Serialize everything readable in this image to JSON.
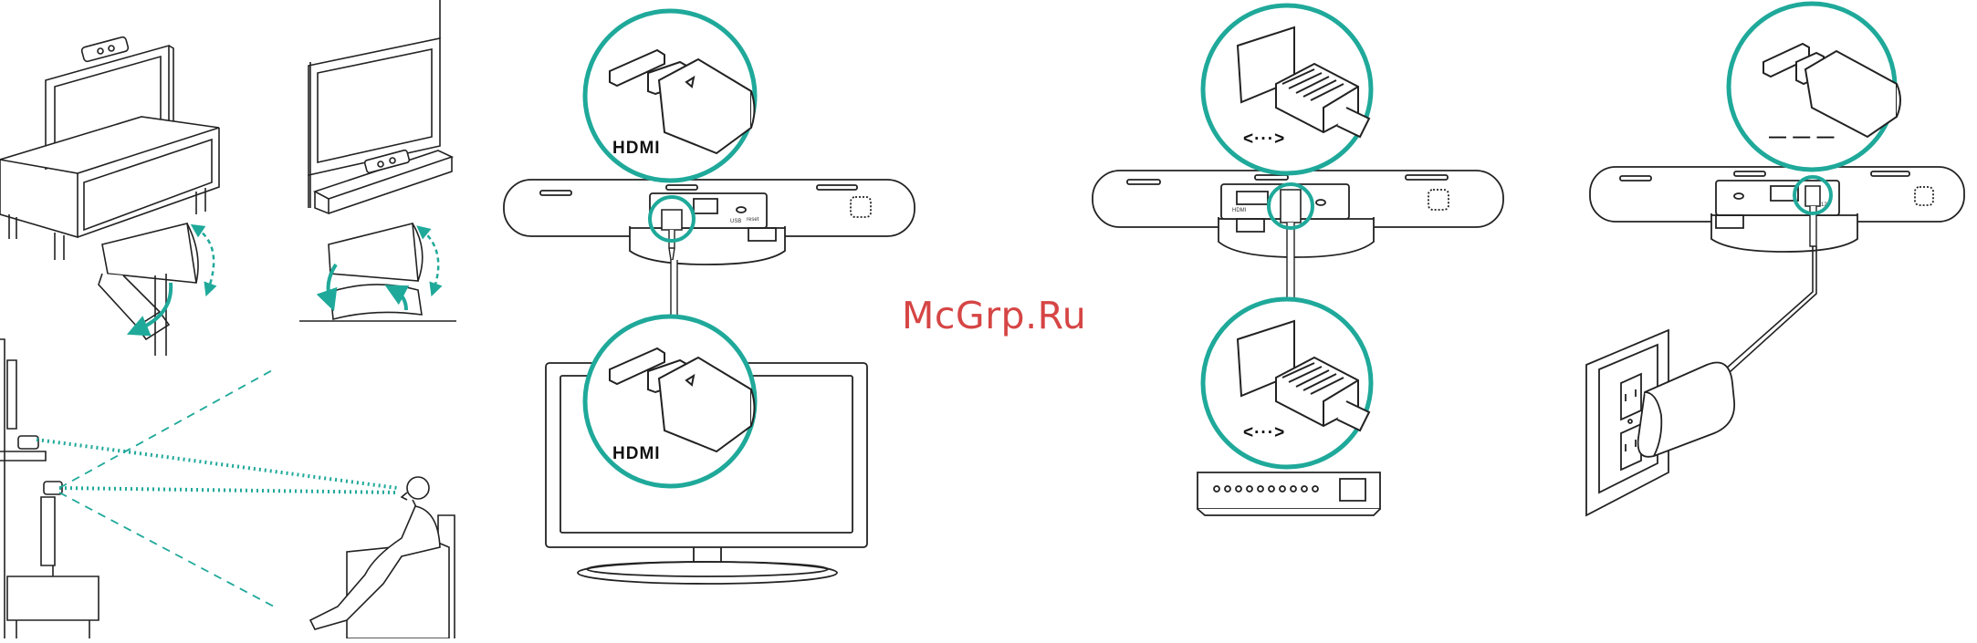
{
  "colors": {
    "accent": "#1fa99a",
    "line": "#222222",
    "watermark": "#d64545"
  },
  "watermark": "McGrp.Ru",
  "labels": {
    "hdmi_top": "HDMI",
    "hdmi_bottom": "HDMI",
    "ethernet_top": "<···>",
    "ethernet_bottom": "<···>",
    "dc_power": "— — —",
    "port_hdmi": "HDMI",
    "port_usb": "USB",
    "port_reset": "reset",
    "port_power": "12V"
  },
  "icons": [
    "hdmi-plug-icon",
    "ethernet-plug-icon",
    "dc-plug-icon",
    "wall-outlet-icon",
    "tilt-arrow-icon"
  ]
}
